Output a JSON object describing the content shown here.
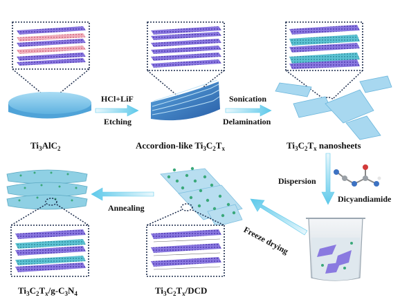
{
  "labels": {
    "ti3alc2_main": "Ti",
    "ti3alc2_sub1": "3",
    "ti3alc2_mid": "AlC",
    "ti3alc2_sub2": "2",
    "accordion_main": "Accordion-like Ti",
    "accordion_sub1": "3",
    "accordion_mid": "C",
    "accordion_sub2": "2",
    "accordion_t": "T",
    "accordion_subx": "x",
    "nanosheets_main": "Ti",
    "nanosheets_sub1": "3",
    "nanosheets_mid": "C",
    "nanosheets_sub2": "2",
    "nanosheets_t": "T",
    "nanosheets_subx": "x",
    "nanosheets_end": " nanosheets",
    "dcd_main": "Ti",
    "dcd_sub1": "3",
    "dcd_mid": "C",
    "dcd_sub2": "2",
    "dcd_t": "T",
    "dcd_subx": "x",
    "dcd_end": "/DCD",
    "gcn_main": "Ti",
    "gcn_sub1": "3",
    "gcn_mid": "C",
    "gcn_sub2": "2",
    "gcn_t": "T",
    "gcn_subx": "x",
    "gcn_mid2": "/g-C",
    "gcn_sub3": "3",
    "gcn_n": "N",
    "gcn_sub4": "4"
  },
  "steps": {
    "hcl_lif": "HCl+LiF",
    "etching": "Etching",
    "sonication": "Sonication",
    "delamination": "Delamination",
    "dispersion": "Dispersion",
    "dicyandiamide": "Dicyandiamide",
    "freeze_drying": "Freeze drying",
    "annealing": "Annealing"
  },
  "colors": {
    "arrow": "#5ec9ea",
    "arrow_light": "#d6f2fb",
    "purple_layer": "#7e6cd8",
    "purple_dark": "#4b3aa8",
    "pink_layer": "#e89aa8",
    "teal_layer": "#48b8c9",
    "disk": "#7ec6ea",
    "sheet": "#a8d8f0",
    "green_dot": "#3aa87a"
  }
}
